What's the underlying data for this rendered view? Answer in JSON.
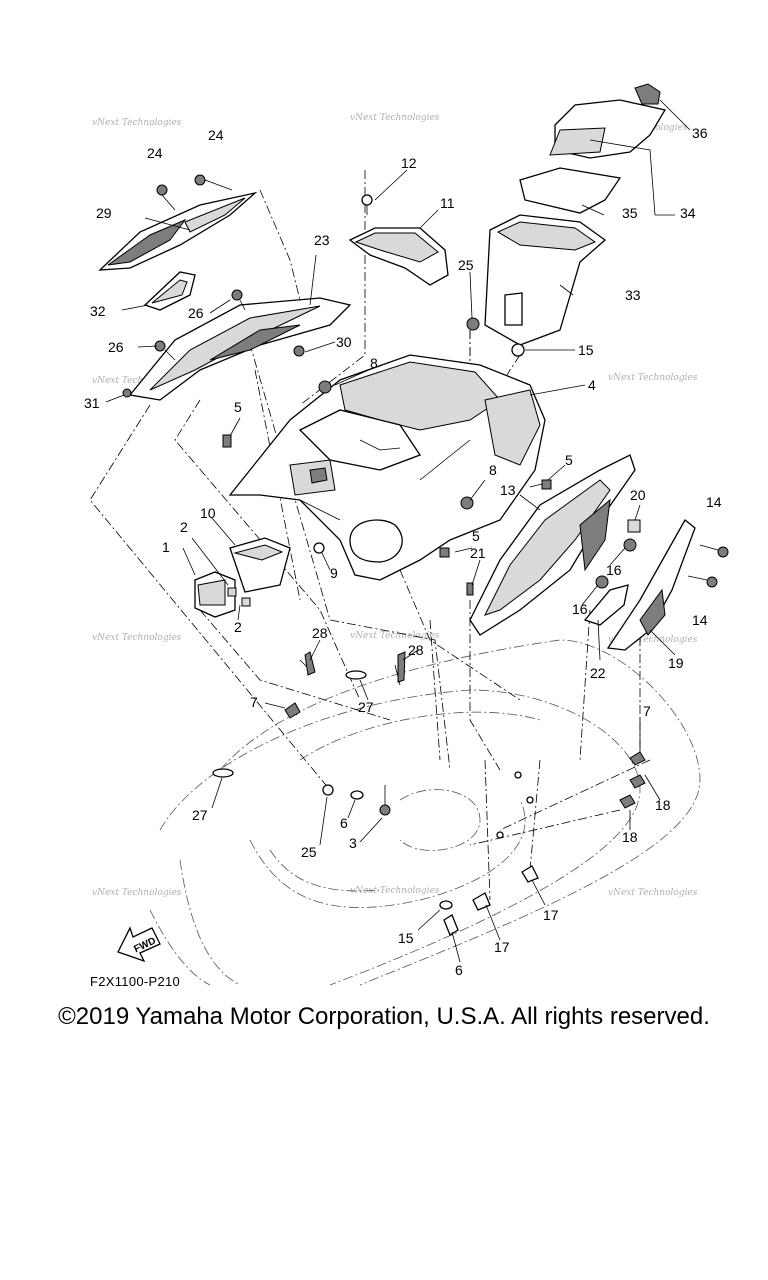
{
  "figure_code": "F2X1100-P210",
  "fwd_label": "FWD",
  "copyright": "©2019 Yamaha Motor Corporation, U.S.A. All rights reserved.",
  "watermark_text": "vNext Technologies",
  "callouts": {
    "c1": "1",
    "c2a": "2",
    "c2b": "2",
    "c3": "3",
    "c4": "4",
    "c5a": "5",
    "c5b": "5",
    "c5c": "5",
    "c6a": "6",
    "c6b": "6",
    "c7a": "7",
    "c7b": "7",
    "c8a": "8",
    "c8b": "8",
    "c9": "9",
    "c10": "10",
    "c11": "11",
    "c12": "12",
    "c13": "13",
    "c14a": "14",
    "c14b": "14",
    "c15a": "15",
    "c15b": "15",
    "c16a": "16",
    "c16b": "16",
    "c17a": "17",
    "c17b": "17",
    "c18a": "18",
    "c18b": "18",
    "c19": "19",
    "c20": "20",
    "c21": "21",
    "c22": "22",
    "c23": "23",
    "c24a": "24",
    "c24b": "24",
    "c25a": "25",
    "c25b": "25",
    "c26a": "26",
    "c26b": "26",
    "c27a": "27",
    "c27b": "27",
    "c28a": "28",
    "c28b": "28",
    "c29": "29",
    "c30": "30",
    "c31": "31",
    "c32": "32",
    "c33": "33",
    "c34": "34",
    "c35": "35",
    "c36": "36"
  }
}
